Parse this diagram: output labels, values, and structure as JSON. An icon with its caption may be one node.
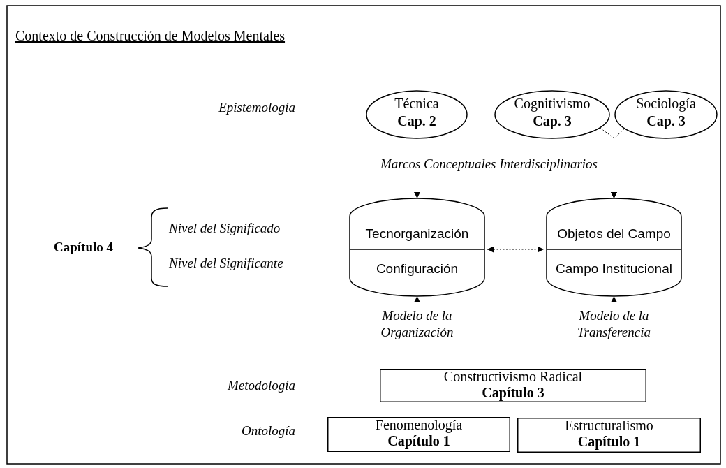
{
  "diagram": {
    "title": "Contexto de Construcción de Modelos Mentales",
    "nodes": [
      {
        "text": [
          "Técnica",
          "Cap. 2"
        ]
      },
      {
        "text": [
          "Cognitivismo",
          "Cap. 3"
        ]
      },
      {
        "text": [
          "Sociología",
          "Cap. 3"
        ]
      },
      {
        "text": [
          "Tecnorganización",
          "Configuración"
        ]
      },
      {
        "text": [
          "Objetos del Campo",
          "Campo Institucional"
        ]
      },
      {
        "text": [
          "Constructivismo Radical",
          "Capítulo 3"
        ]
      },
      {
        "text": [
          "Fenomenología",
          "Capítulo 1"
        ]
      },
      {
        "text": [
          "Estructuralismo",
          "Capítulo 1"
        ]
      }
    ],
    "edges": [
      {
        "from": 0,
        "to": 3,
        "arrow": "to",
        "style": "dashed"
      },
      {
        "from": 1,
        "to": 4,
        "arrow": "to",
        "style": "dashed"
      },
      {
        "from": 2,
        "to": 4,
        "arrow": "to",
        "style": "dashed"
      },
      {
        "from": 3,
        "to": 4,
        "arrow": "both",
        "style": "dashed"
      },
      {
        "from": 5,
        "to": 3,
        "arrow": "to",
        "style": "dashed",
        "label": "Modelo de la Organización"
      },
      {
        "from": 5,
        "to": 4,
        "arrow": "to",
        "style": "dashed",
        "label": "Modelo de la Transferencia"
      }
    ],
    "labels": [
      "Epistemología",
      "Marcos Conceptuales Interdisciplinarios",
      "Capítulo 4",
      "Nivel del Significado",
      "Nivel del Significante",
      "Metodología",
      "Ontología"
    ]
  }
}
